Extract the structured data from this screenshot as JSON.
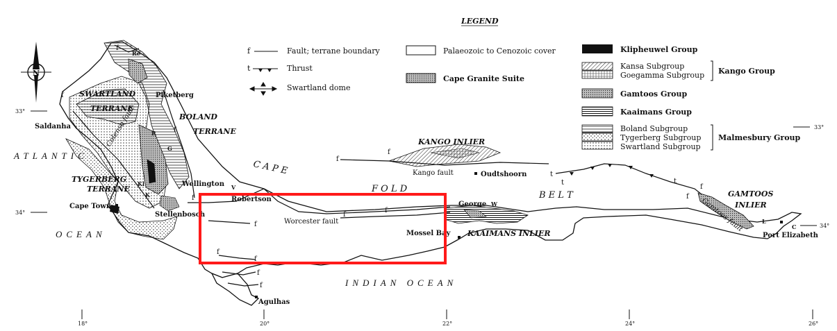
{
  "legend": {
    "title": "LEGEND",
    "symbols": [
      {
        "glyph": "f",
        "label": "Fault; terrane boundary"
      },
      {
        "glyph": "t",
        "label": "Thrust"
      },
      {
        "glyph": "",
        "label": "Swartland dome"
      }
    ],
    "mid": [
      {
        "label": "Palaeozoic to Cenozoic cover"
      },
      {
        "label": "Cape Granite Suite"
      }
    ],
    "units": [
      {
        "label": "Klipheuwel Group"
      },
      {
        "label": "Kansa Subgroup"
      },
      {
        "label": "Goegamma Subgroup"
      },
      {
        "label": "Gamtoos Group"
      },
      {
        "label": "Kaaimans Group"
      },
      {
        "label": "Boland Subgroup"
      },
      {
        "label": "Tygerberg Subgroup"
      },
      {
        "label": "Swartland Subgroup"
      }
    ],
    "kango_group": "Kango Group",
    "malmesbury_group": "Malmesbury Group"
  },
  "north_arrow": {
    "letter": "N"
  },
  "terranes": {
    "swartland_1": "SWARTLAND",
    "swartland_2": "TERRANE",
    "boland_1": "BOLAND",
    "boland_2": "TERRANE",
    "tygerberg_1": "TYGERBERG",
    "tygerberg_2": "TERRANE"
  },
  "oceans": {
    "atlantic": "ATLANTIC",
    "ocean": "OCEAN",
    "indian": "INDIAN OCEAN"
  },
  "regions": {
    "cape": "C A P E",
    "fold": "F O L D",
    "belt": "B E L T",
    "kango_inlier": "KANGO INLIER",
    "kaaimans_inlier": "KAAIMANS INLIER",
    "gamtoos_1": "GAMTOOS",
    "gamtoos_2": "INLIER"
  },
  "places": {
    "saldanha": "Saldanha",
    "piketberg": "Piketberg",
    "wellington": "Wellington",
    "cape_town": "Cape Town",
    "stellenbosch": "Stellenbosch",
    "robertson": "Robertson",
    "oudtshoorn": "Oudtshoorn",
    "george": "George",
    "mossel_bay": "Mossel Bay",
    "port_elizabeth": "Port Elizabeth",
    "agulhas": "Agulhas"
  },
  "faults": {
    "colenso": "Colenso fault",
    "worcester": "Worcester fault",
    "kango": "Kango fault",
    "gamtoos": "Gamtoos fault"
  },
  "letters": {
    "re": "Re",
    "r": "R",
    "g": "G",
    "kl": "Kl",
    "k": "K",
    "v": "V",
    "w": "W",
    "l": "L",
    "c": "C",
    "f": "f",
    "t": "t"
  },
  "latitudes": {
    "lat33": "33°",
    "lat34": "34°"
  },
  "longitudes": {
    "lon18": "18°",
    "lon20": "20°",
    "lon22": "22°",
    "lon24": "24°",
    "lon26": "26°"
  },
  "highlight_color": "#ff1a1a"
}
